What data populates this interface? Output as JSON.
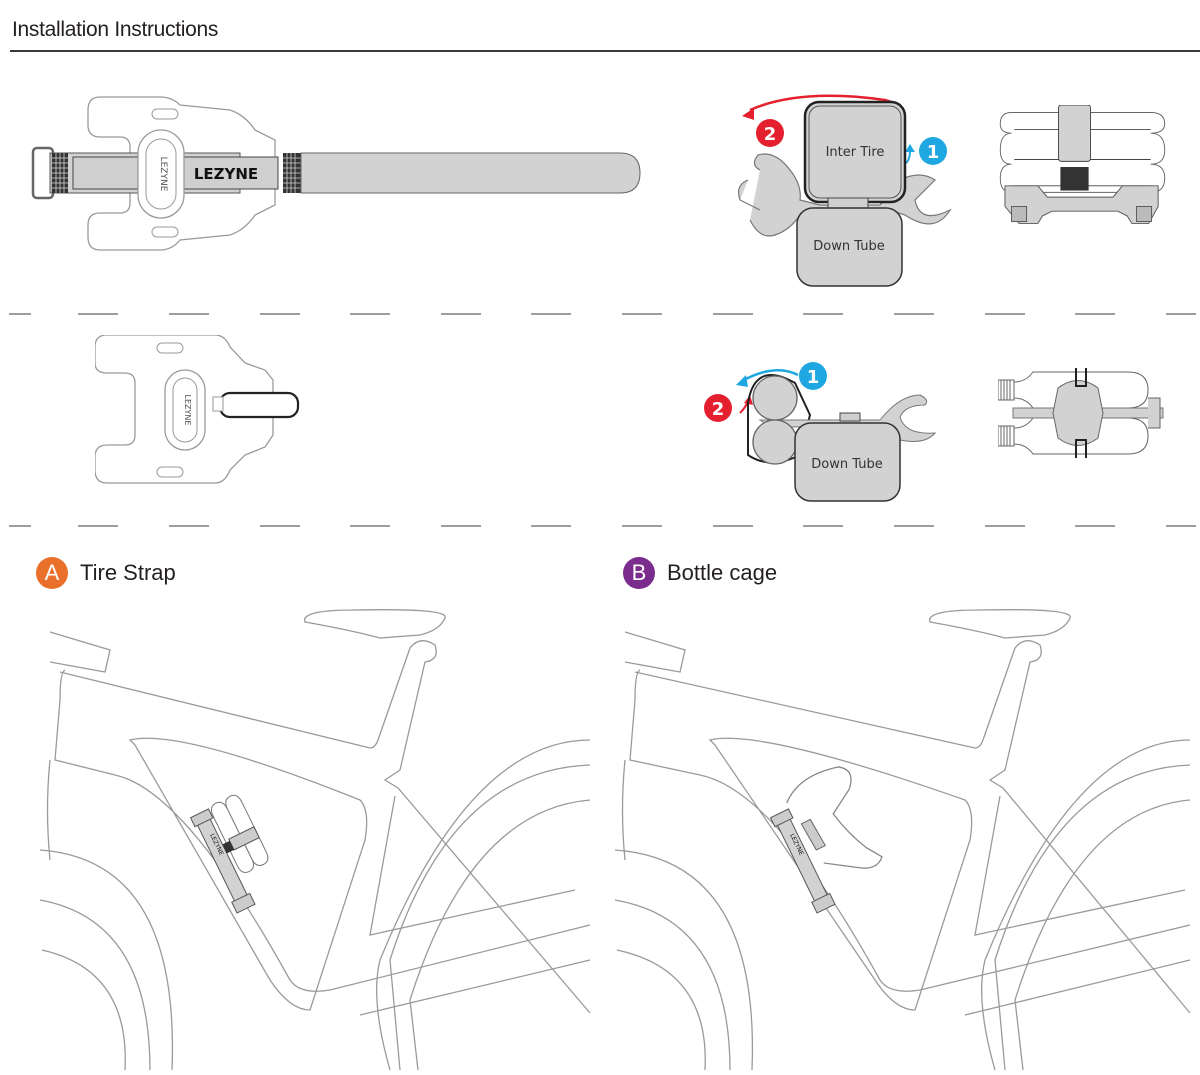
{
  "header": {
    "title": "Installation Instructions"
  },
  "brand": {
    "logo_text": "LEZYNE"
  },
  "diagrams": {
    "tire_strap_section": {
      "inter_tire_label": "Inter Tire",
      "down_tube_label": "Down Tube",
      "step_1": "1",
      "step_2": "2"
    },
    "bottle_cage_section": {
      "down_tube_label": "Down Tube",
      "step_1": "1",
      "step_2": "2"
    }
  },
  "sections": [
    {
      "badge": "A",
      "label": "Tire Strap",
      "badge_color": "#e8702a"
    },
    {
      "badge": "B",
      "label": "Bottle cage",
      "badge_color": "#7b2d8e"
    }
  ],
  "colors": {
    "step_red": "#e5202e",
    "step_blue": "#1ea7e1",
    "part_fill": "#d2d2d2",
    "line": "#9a9a9a",
    "rule": "#3a3a3a"
  }
}
